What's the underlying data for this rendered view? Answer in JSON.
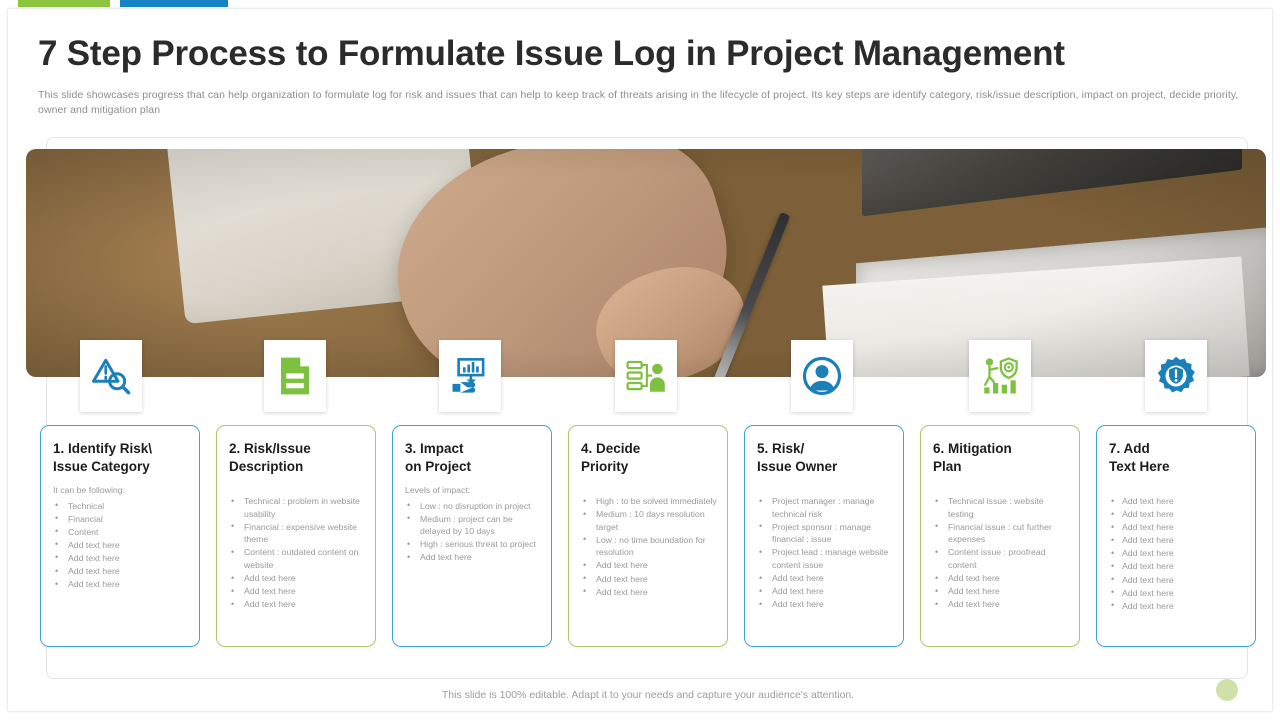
{
  "accents": {
    "green": "#8cc63e",
    "blue": "#1583c4"
  },
  "header": {
    "title": "7 Step Process to Formulate Issue Log in Project Management",
    "subtitle": "This slide showcases progress that can help organization to formulate log for risk and issues that can help to keep track of threats arising in the lifecycle of project. Its key steps are identify category,  risk/issue description, impact on project, decide priority, owner and mitigation plan"
  },
  "icons": [
    {
      "name": "risk-magnifier-icon",
      "color": "#1b7fb8"
    },
    {
      "name": "document-icon",
      "color": "#7ec03f"
    },
    {
      "name": "hand-presentation-chart-icon",
      "color": "#1b7fb8"
    },
    {
      "name": "priority-person-list-icon",
      "color": "#7ec03f"
    },
    {
      "name": "user-avatar-icon",
      "color": "#1b7fb8"
    },
    {
      "name": "person-shield-growth-icon",
      "color": "#7ec03f"
    },
    {
      "name": "gear-alert-icon",
      "color": "#1b7fb8"
    }
  ],
  "steps": [
    {
      "id": "identify-risk-issue-category",
      "border": "blue",
      "title": "1. Identify Risk\\\nIssue Category",
      "lead": "It can be following:",
      "bullets": [
        "Technical",
        "Financial",
        "Content",
        "Add text here",
        "Add text here",
        "Add text here",
        "Add text here"
      ]
    },
    {
      "id": "risk-issue-description",
      "border": "green",
      "title": "2. Risk/Issue\nDescription",
      "lead": "",
      "bullets": [
        "Technical : problem in website usability",
        "Financial : expensive website theme",
        "Content : outdated content on website",
        "Add text here",
        "Add text here",
        "Add text here"
      ]
    },
    {
      "id": "impact-on-project",
      "border": "blue",
      "title": "3. Impact\n on Project",
      "lead": "Levels of impact:",
      "bullets": [
        "Low : no disruption in project",
        "Medium : project can be delayed by 10 days",
        "High  : serious threat to project",
        "Add text here"
      ]
    },
    {
      "id": "decide-priority",
      "border": "green",
      "title": "4. Decide\n Priority",
      "lead": "",
      "bullets": [
        "High : to be solved immediately",
        "Medium  : 10 days resolution target",
        "Low : no time boundation for resolution",
        "Add text here",
        "Add text here",
        "Add text here"
      ]
    },
    {
      "id": "risk-issue-owner",
      "border": "blue",
      "title": "5. Risk/\nIssue Owner",
      "lead": "",
      "bullets": [
        "Project manager : manage technical risk",
        "Project sponsor : manage financial : issue",
        "Project lead  : manage website content issue",
        "Add text here",
        "Add text here",
        "Add text here"
      ]
    },
    {
      "id": "mitigation-plan",
      "border": "green",
      "title": "6. Mitigation\nPlan",
      "lead": "",
      "bullets": [
        "Technical issue : website testing",
        "Financial issue : cut further expenses",
        "Content issue : proofread content",
        "Add text here",
        "Add text here",
        "Add text here"
      ]
    },
    {
      "id": "add-text-here",
      "border": "blue",
      "title": "7. Add\nText Here",
      "lead": "",
      "bullets": [
        "Add text here",
        "Add text here",
        "Add text here",
        "Add text here",
        "Add text here",
        "Add text here",
        "Add text here",
        "Add text here",
        "Add text here"
      ]
    }
  ],
  "footer": {
    "note": "This slide is 100% editable. Adapt it to your needs and capture your audience's attention."
  }
}
